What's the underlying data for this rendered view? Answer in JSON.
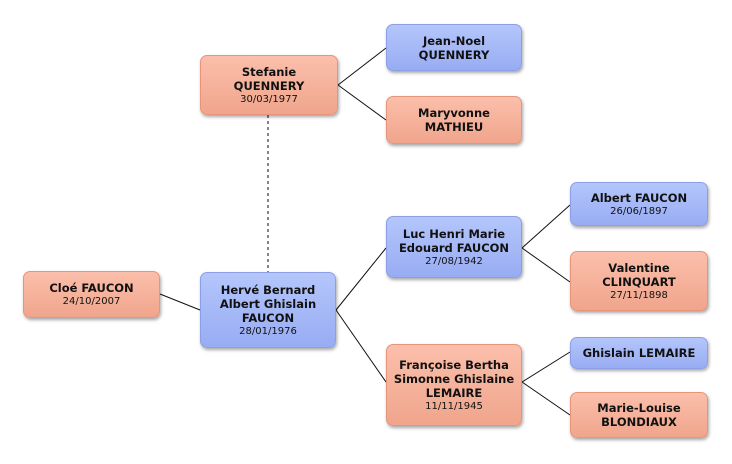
{
  "people": {
    "cloe": {
      "name1": "Cloé FAUCON",
      "name2": "",
      "name3": "",
      "date": "24/10/2007",
      "color": "#f5b09a"
    },
    "herve": {
      "name1": "Hervé Bernard",
      "name2": "Albert Ghislain",
      "name3": "FAUCON",
      "date": "28/01/1976",
      "color": "#a5b8f7"
    },
    "stefanie": {
      "name1": "Stefanie",
      "name2": "QUENNERY",
      "name3": "",
      "date": "30/03/1977",
      "color": "#f5b09a"
    },
    "jeannoel": {
      "name1": "Jean-Noel",
      "name2": "QUENNERY",
      "name3": "",
      "date": "",
      "color": "#a5b8f7"
    },
    "maryvonne": {
      "name1": "Maryvonne",
      "name2": "MATHIEU",
      "name3": "",
      "date": "",
      "color": "#f5b09a"
    },
    "luc": {
      "name1": "Luc Henri Marie",
      "name2": "Edouard FAUCON",
      "name3": "",
      "date": "27/08/1942",
      "color": "#a5b8f7"
    },
    "francoise": {
      "name1": "Françoise Bertha",
      "name2": "Simonne Ghislaine",
      "name3": "LEMAIRE",
      "date": "11/11/1945",
      "color": "#f5b09a"
    },
    "albert": {
      "name1": "Albert FAUCON",
      "name2": "",
      "name3": "",
      "date": "26/06/1897",
      "color": "#a5b8f7"
    },
    "valentine": {
      "name1": "Valentine",
      "name2": "CLINQUART",
      "name3": "",
      "date": "27/11/1898",
      "color": "#f5b09a"
    },
    "ghislain": {
      "name1": "Ghislain LEMAIRE",
      "name2": "",
      "name3": "",
      "date": "",
      "color": "#a5b8f7"
    },
    "marielouise": {
      "name1": "Marie-Louise",
      "name2": "BLONDIAUX",
      "name3": "",
      "date": "",
      "color": "#f5b09a"
    }
  }
}
